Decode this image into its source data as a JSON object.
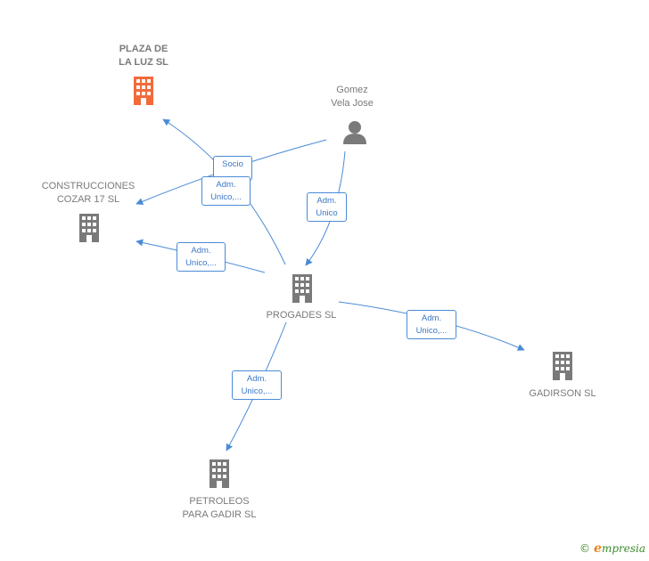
{
  "colors": {
    "edge": "#4a8bd6",
    "company": "#7a7a7a",
    "highlight": "#f26a3a",
    "person": "#7a7a7a"
  },
  "nodes": {
    "plaza": {
      "label": "PLAZA DE\nLA LUZ  SL",
      "icon": "building-icon",
      "highlight": true
    },
    "gomez": {
      "label": "Gomez\nVela Jose",
      "icon": "person-icon"
    },
    "construcciones": {
      "label": "CONSTRUCCIONES\nCOZAR 17  SL",
      "icon": "building-icon"
    },
    "progades": {
      "label": "PROGADES SL",
      "icon": "building-icon"
    },
    "gadirson": {
      "label": "GADIRSON  SL",
      "icon": "building-icon"
    },
    "petroleos": {
      "label": "PETROLEOS\nPARA GADIR SL",
      "icon": "building-icon"
    }
  },
  "edges": {
    "e1": "Socio\n...",
    "e2": "Adm.\nUnico,...",
    "e3": "Adm.\nUnico",
    "e4": "Adm.\nUnico,...",
    "e5": "Adm.\nUnico,...",
    "e6": "Adm.\nUnico,..."
  },
  "brand": {
    "copyright": "©",
    "initial": "e",
    "rest": "mpresia"
  }
}
